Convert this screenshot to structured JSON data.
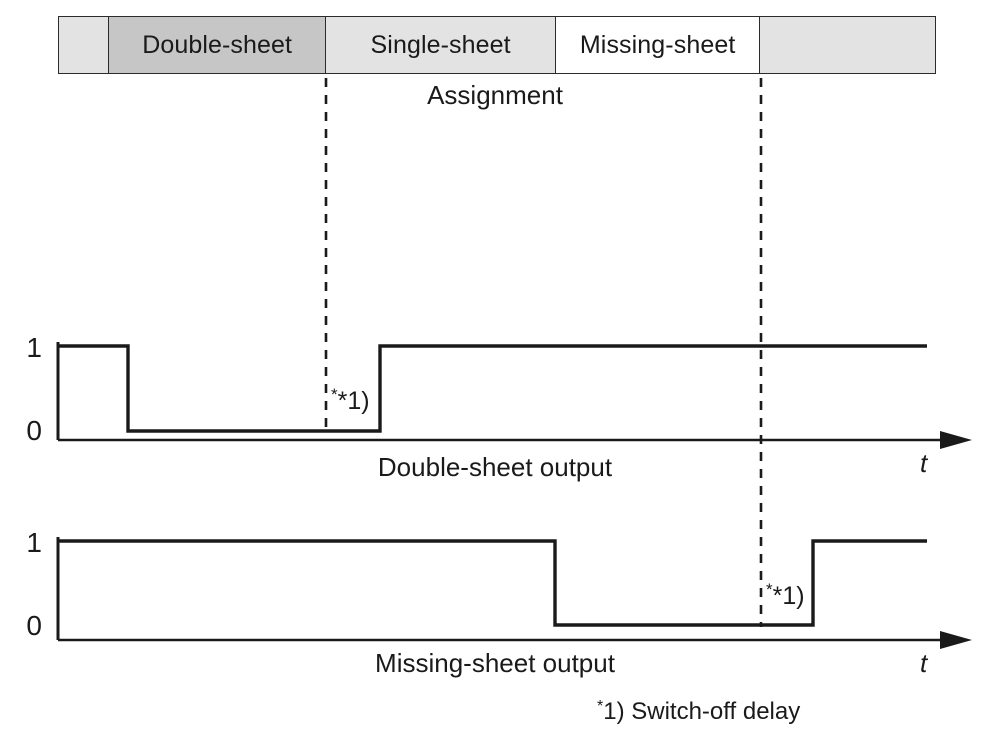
{
  "assignment": {
    "title": "Assignment",
    "cells": [
      {
        "label": "",
        "state": "blank",
        "fill": "#e3e3e3"
      },
      {
        "label": "Double-sheet",
        "state": "active",
        "fill": "#c6c6c6"
      },
      {
        "label": "Single-sheet",
        "state": "inactive",
        "fill": "#e3e3e3"
      },
      {
        "label": "Missing-sheet",
        "state": "inactive",
        "fill": "#ffffff"
      },
      {
        "label": "",
        "state": "blank",
        "fill": "#e3e3e3"
      }
    ]
  },
  "charts": [
    {
      "caption": "Double-sheet output",
      "axis_label": "t",
      "levels": {
        "high": "1",
        "low": "0"
      },
      "delay_marker": "*1)"
    },
    {
      "caption": "Missing-sheet output",
      "axis_label": "t",
      "levels": {
        "high": "1",
        "low": "0"
      },
      "delay_marker": "*1)"
    }
  ],
  "footnote": {
    "marker": "*",
    "text": "1) Switch-off delay"
  },
  "colors": {
    "line": "#1a1a1a",
    "border": "#2b2b2b",
    "active_fill": "#c6c6c6",
    "inactive_fill": "#e3e3e3",
    "white_fill": "#ffffff"
  },
  "chart_data": {
    "type": "line",
    "title": "Double-sheet / Missing-sheet sensor output timing diagram",
    "xlabel": "t",
    "ylabel": "",
    "ylim": [
      0,
      1
    ],
    "grid": false,
    "legend": "none",
    "x_segments": [
      {
        "name": "blank-left",
        "x_start": 58,
        "x_end": 108
      },
      {
        "name": "Double-sheet",
        "x_start": 108,
        "x_end": 326
      },
      {
        "name": "Single-sheet",
        "x_start": 326,
        "x_end": 556
      },
      {
        "name": "Missing-sheet",
        "x_start": 556,
        "x_end": 761
      },
      {
        "name": "blank-right",
        "x_start": 761,
        "x_end": 936
      }
    ],
    "event_lines": [
      {
        "name": "double-sheet-end",
        "x": 326,
        "style": "dashed"
      },
      {
        "name": "missing-sheet-end",
        "x": 761,
        "style": "dashed"
      }
    ],
    "series": [
      {
        "name": "Double-sheet output",
        "steps": [
          {
            "x": 58,
            "y": 1
          },
          {
            "x": 128,
            "y": 1
          },
          {
            "x": 128,
            "y": 0
          },
          {
            "x": 380,
            "y": 0
          },
          {
            "x": 380,
            "y": 1
          },
          {
            "x": 927,
            "y": 1
          }
        ]
      },
      {
        "name": "Missing-sheet output",
        "steps": [
          {
            "x": 58,
            "y": 1
          },
          {
            "x": 555,
            "y": 1
          },
          {
            "x": 555,
            "y": 0
          },
          {
            "x": 813,
            "y": 0
          },
          {
            "x": 813,
            "y": 1
          },
          {
            "x": 927,
            "y": 1
          }
        ]
      }
    ],
    "annotations": [
      {
        "text": "*1)",
        "chart": "Double-sheet output",
        "x": 331,
        "y": 0.35
      },
      {
        "text": "*1)",
        "chart": "Missing-sheet output",
        "x": 766,
        "y": 0.35
      }
    ]
  }
}
